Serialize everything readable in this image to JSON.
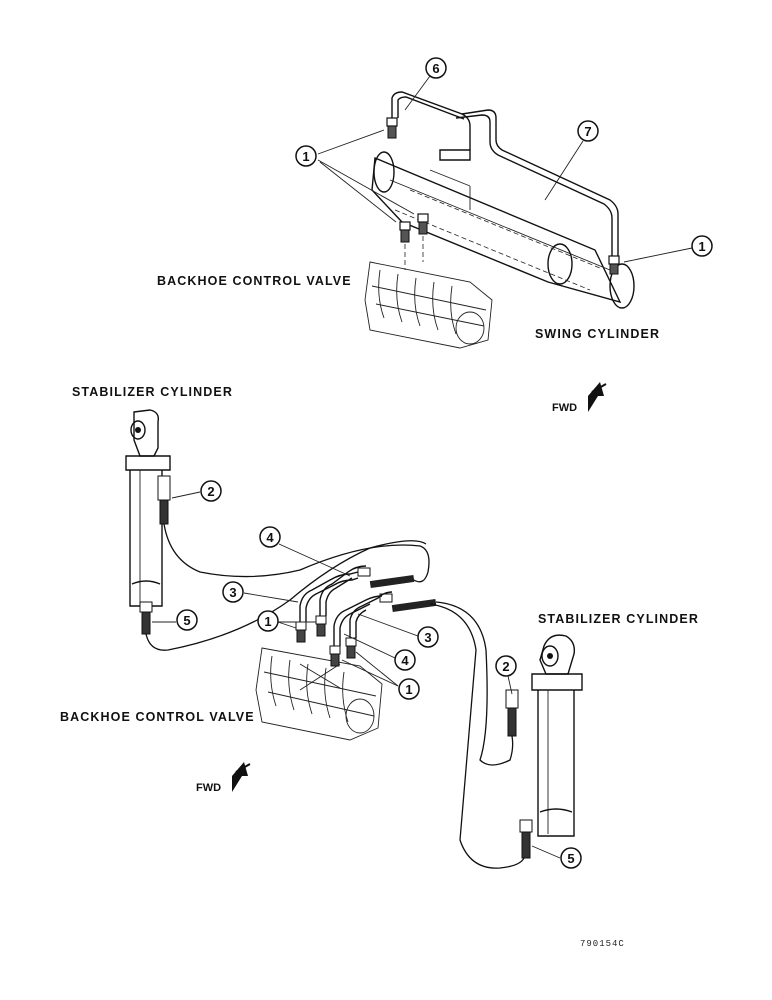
{
  "labels": {
    "backhoe_valve_top": "BACKHOE CONTROL VALVE",
    "swing_cylinder": "SWING CYLINDER",
    "stabilizer_left": "STABILIZER CYLINDER",
    "stabilizer_right": "STABILIZER CYLINDER",
    "backhoe_valve_bottom": "BACKHOE CONTROL VALVE",
    "fwd_top": "FWD",
    "fwd_bottom": "FWD",
    "figure_code": "790154C"
  },
  "callouts": {
    "top_6": "6",
    "top_7": "7",
    "top_1a": "1",
    "top_1b": "1",
    "bot_2a": "2",
    "bot_4a": "4",
    "bot_3a": "3",
    "bot_1a": "1",
    "bot_5a": "5",
    "bot_3b": "3",
    "bot_4b": "4",
    "bot_1b": "1",
    "bot_2b": "2",
    "bot_5b": "5"
  }
}
